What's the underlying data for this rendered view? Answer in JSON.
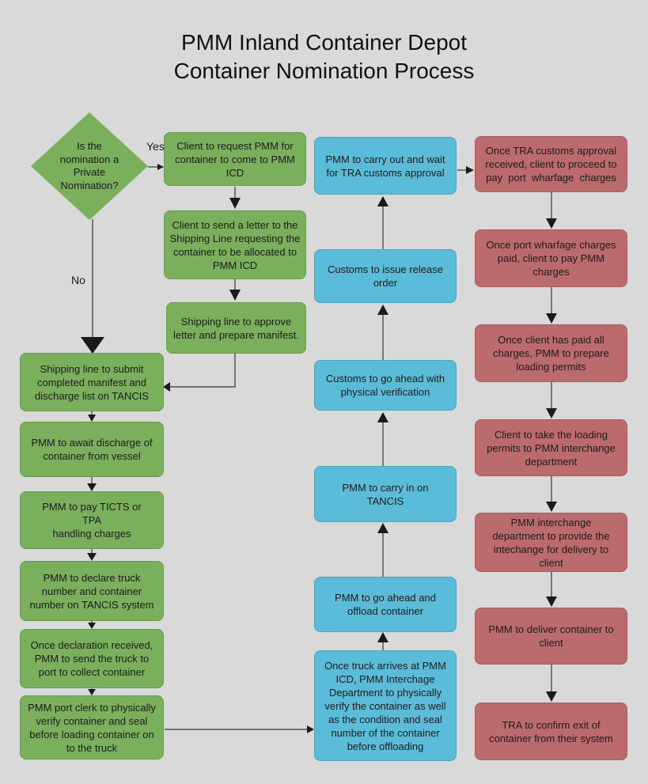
{
  "title": {
    "line1": "PMM Inland Container Depot",
    "line2": "Container Nomination Process"
  },
  "decision": {
    "text": "Is the\nnomination a\nPrivate\nNomination?",
    "yes_label": "Yes",
    "no_label": "No"
  },
  "nodes": {
    "g1": {
      "text": "Client to request PMM for\ncontainer to come to PMM\nICD"
    },
    "g2": {
      "text": "Client to send a letter to the\nShipping Line requesting the\ncontainer to be allocated to\nPMM ICD"
    },
    "g3": {
      "text": "Shipping line to approve\nletter and prepare manifest."
    },
    "g4": {
      "text": "Shipping line to submit\ncompleted manifest and\ndischarge list on TANCIS"
    },
    "g5": {
      "text": "PMM to await discharge of\ncontainer from vessel"
    },
    "g6": {
      "text": "PMM to pay TICTS or\nTPA\nhandling charges"
    },
    "g7": {
      "text": "PMM to declare truck\nnumber and container\nnumber on TANCIS system"
    },
    "g8": {
      "text": "Once declaration received,\nPMM to send the truck to\nport to collect container"
    },
    "g9": {
      "text": "PMM port clerk to physically\nverify container and seal\nbefore loading container on\nto the truck"
    },
    "b1": {
      "text": "PMM to carry out and wait\nfor TRA customs approval"
    },
    "b2": {
      "text": "Customs to issue release\norder"
    },
    "b3": {
      "text": "Customs to go ahead with\nphysical verification"
    },
    "b4": {
      "text": "PMM to carry in on\nTANCIS"
    },
    "b5": {
      "text": "PMM to go ahead and\noffload container"
    },
    "b6": {
      "text": "Once truck arrives at PMM\nICD, PMM Interchage\nDepartment to physically\nverify the container as well\nas the condition and seal\nnumber of the container\nbefore offloading"
    },
    "r1": {
      "text": "Once TRA customs approval\nreceived, client to proceed to\npay  port  wharfage  charges"
    },
    "r2": {
      "text": "Once port wharfage charges\npaid, client to pay PMM\ncharges"
    },
    "r3": {
      "text": "Once client has paid all\ncharges, PMM to prepare\nloading permits"
    },
    "r4": {
      "text": "Client to take the loading\npermits to PMM interchange\ndepartment"
    },
    "r5": {
      "text": "PMM interchange\ndepartment to provide the\nintechange for delivery to\nclient"
    },
    "r6": {
      "text": "PMM to deliver container to\nclient"
    },
    "r7": {
      "text": "TRA to confirm exit of\ncontainer from their system"
    }
  },
  "colors": {
    "background": "#d9d9d9",
    "green": "#7ab05c",
    "blue": "#5bbcd9",
    "red": "#bb6b6e",
    "line": "#4d4d4d",
    "arrowhead": "#1a1a1a",
    "text": "#1b1b1b"
  }
}
